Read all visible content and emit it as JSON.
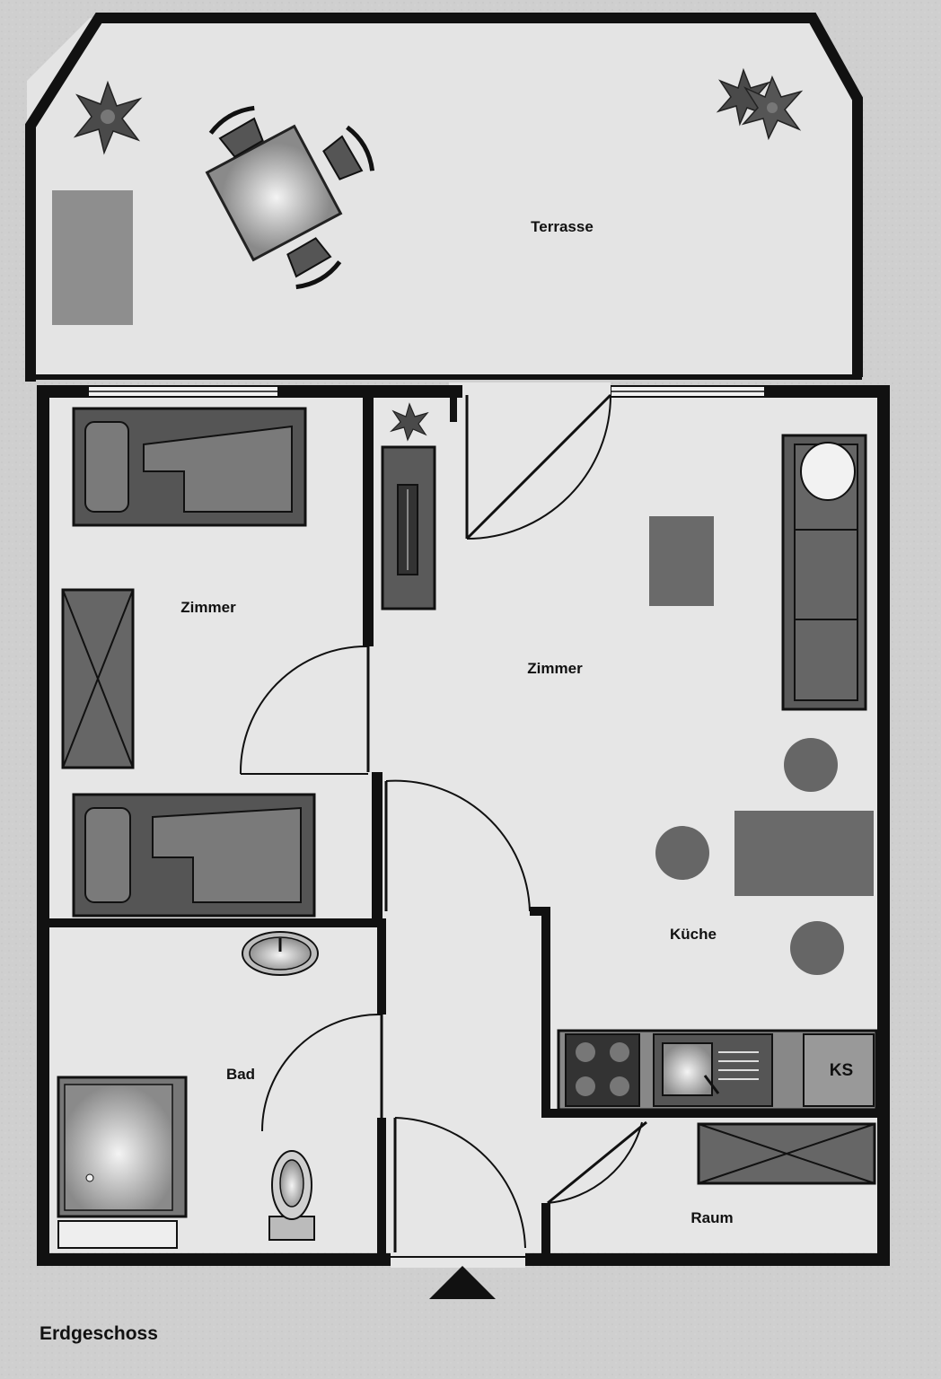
{
  "plan": {
    "caption": "Erdgeschoss",
    "rooms": {
      "terrace": "Terrasse",
      "bedroom": "Zimmer",
      "living": "Zimmer",
      "kitchen": "Küche",
      "bath": "Bad",
      "storage": "Raum"
    },
    "fridge_label": "KS"
  },
  "colors": {
    "wall": "#111111",
    "floor": "#e2e2e2",
    "furniture": "#6a6a6a",
    "furniture_dark": "#4a4a4a",
    "background": "#cfcfcf"
  }
}
